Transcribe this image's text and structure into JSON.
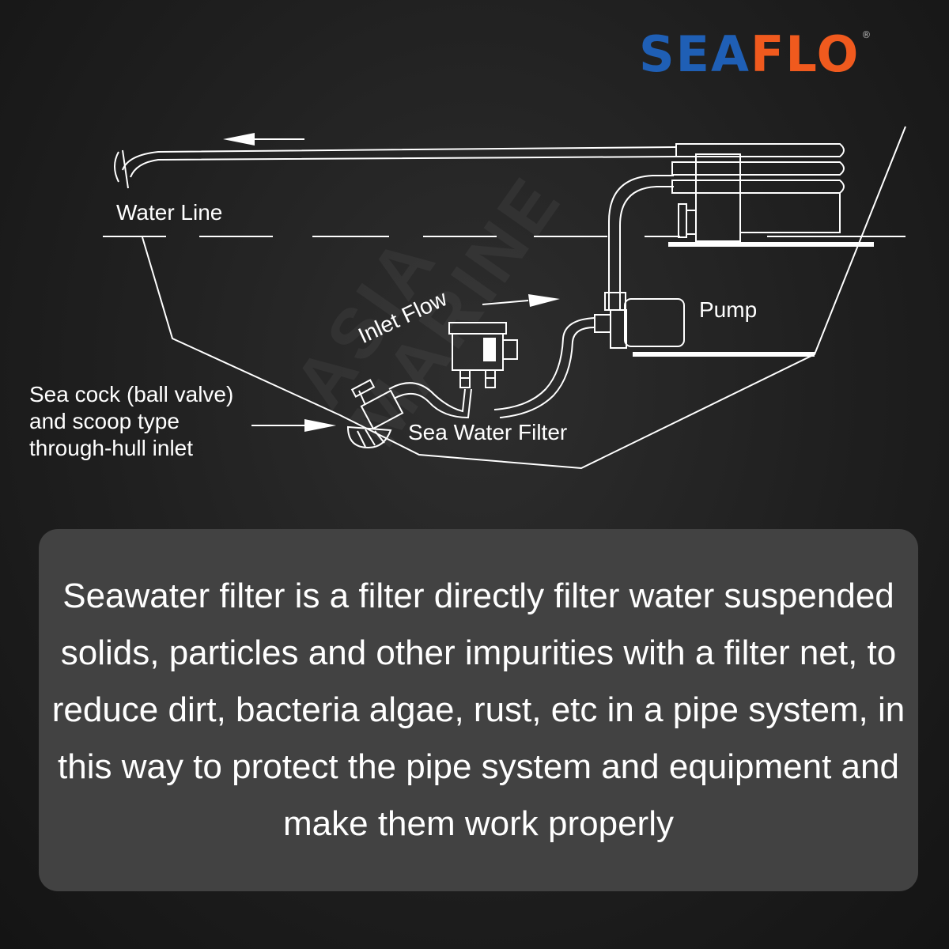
{
  "brand": {
    "name_part1": "SEA",
    "name_part2": "FLO",
    "registered": "®"
  },
  "labels": {
    "water_line": "Water Line",
    "inlet_flow": "Inlet Flow",
    "pump": "Pump",
    "sea_cock_line1": "Sea cock (ball valve)",
    "sea_cock_line2": "and scoop type",
    "sea_cock_line3": "through-hull inlet",
    "sea_water_filter": "Sea Water Filter"
  },
  "watermark": {
    "line1": "ASIA",
    "line2": "MARINE"
  },
  "description": "Seawater filter is a filter directly filter water suspended solids, particles and other impurities with a filter net, to reduce dirt, bacteria algae, rust, etc in a pipe system, in this way to protect the pipe system and equipment and make them work properly",
  "colors": {
    "brand_blue": "#1f5fb5",
    "brand_orange": "#f05a1e",
    "box_bg": "#424242"
  }
}
